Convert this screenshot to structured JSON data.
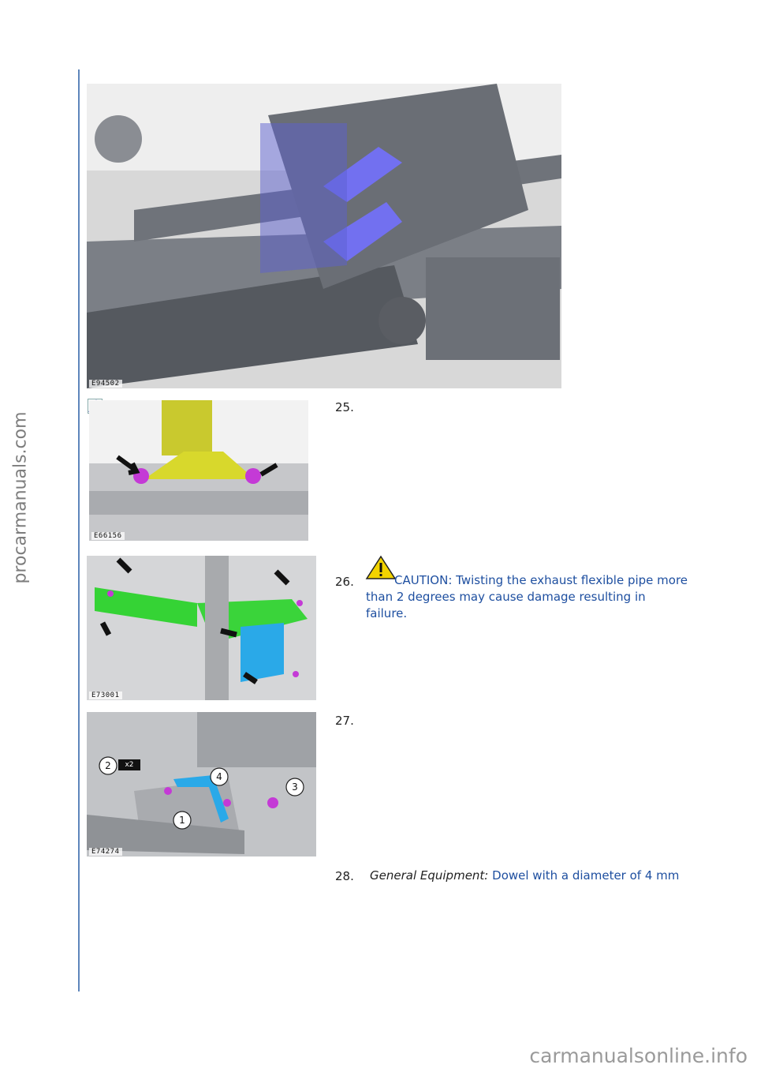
{
  "side_watermark": "procarmanuals.com",
  "bottom_watermark": "carmanualsonline.info",
  "figures": {
    "main": {
      "code": "E94502"
    },
    "step25": {
      "code": "E66156"
    },
    "step26": {
      "code": "E73001"
    },
    "step27": {
      "code": "E74274",
      "callouts": [
        "1",
        "2",
        "3",
        "4"
      ],
      "multiplier": "x2"
    }
  },
  "steps": [
    {
      "number": "25."
    },
    {
      "number": "26.",
      "caution_text": "CAUTION: Twisting the exhaust flexible pipe more than 2 degrees may cause damage resulting in failure."
    },
    {
      "number": "27."
    },
    {
      "number": "28.",
      "equipment_label": "General Equipment:",
      "equipment_value": "Dowel with a diameter of 4 mm"
    }
  ],
  "colors": {
    "margin_line": "#5e86bb",
    "text_blue": "#1e4fa0",
    "highlight_blue": "#6f6ef0",
    "highlight_magenta": "#c43ad6",
    "highlight_green": "#3ad43a",
    "highlight_cyan": "#2aa9e8",
    "highlight_yellow": "#d6d62a"
  }
}
